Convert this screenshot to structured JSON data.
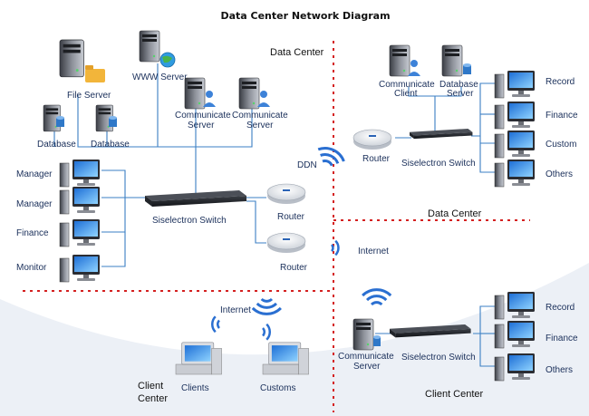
{
  "title": "Data Center Network Diagram",
  "sections": {
    "data_center_top": "Data Center",
    "data_center_mid": "Data Center",
    "client_center_left_l1": "Client",
    "client_center_left_l2": "Center",
    "client_center_right": "Client Center"
  },
  "servers": {
    "file_server": "File Server",
    "www_server": "WWW Server",
    "database_1": "Database",
    "database_2": "Database",
    "communicate_1_l1": "Communicate",
    "communicate_1_l2": "Server",
    "communicate_2_l1": "Communicate",
    "communicate_2_l2": "Server",
    "communicate_client_l1": "Communicate",
    "communicate_client_l2": "Client",
    "database_server_l1": "Database",
    "database_server_l2": "Server",
    "communicate_bottom_l1": "Communicate",
    "communicate_bottom_l2": "Server"
  },
  "left_workstations": [
    "Manager",
    "Manager",
    "Finance",
    "Monitor"
  ],
  "right_top_workstations": [
    "Record",
    "Finance",
    "Custom",
    "Others"
  ],
  "right_bottom_workstations": [
    "Record",
    "Finance",
    "Others"
  ],
  "network": {
    "switch_main": "Siselectron Switch",
    "switch_right_top": "Siselectron Switch",
    "switch_right_bottom": "Siselectron Switch",
    "router_1": "Router",
    "router_2": "Router",
    "router_right": "Router",
    "ddn": "DDN",
    "internet_right": "Internet",
    "internet_left": "Internet"
  },
  "clients": {
    "clients": "Clients",
    "customs": "Customs"
  },
  "colors": {
    "wire": "#3b7fc4",
    "divider": "#d42020",
    "wifi": "#2a6fd1"
  }
}
